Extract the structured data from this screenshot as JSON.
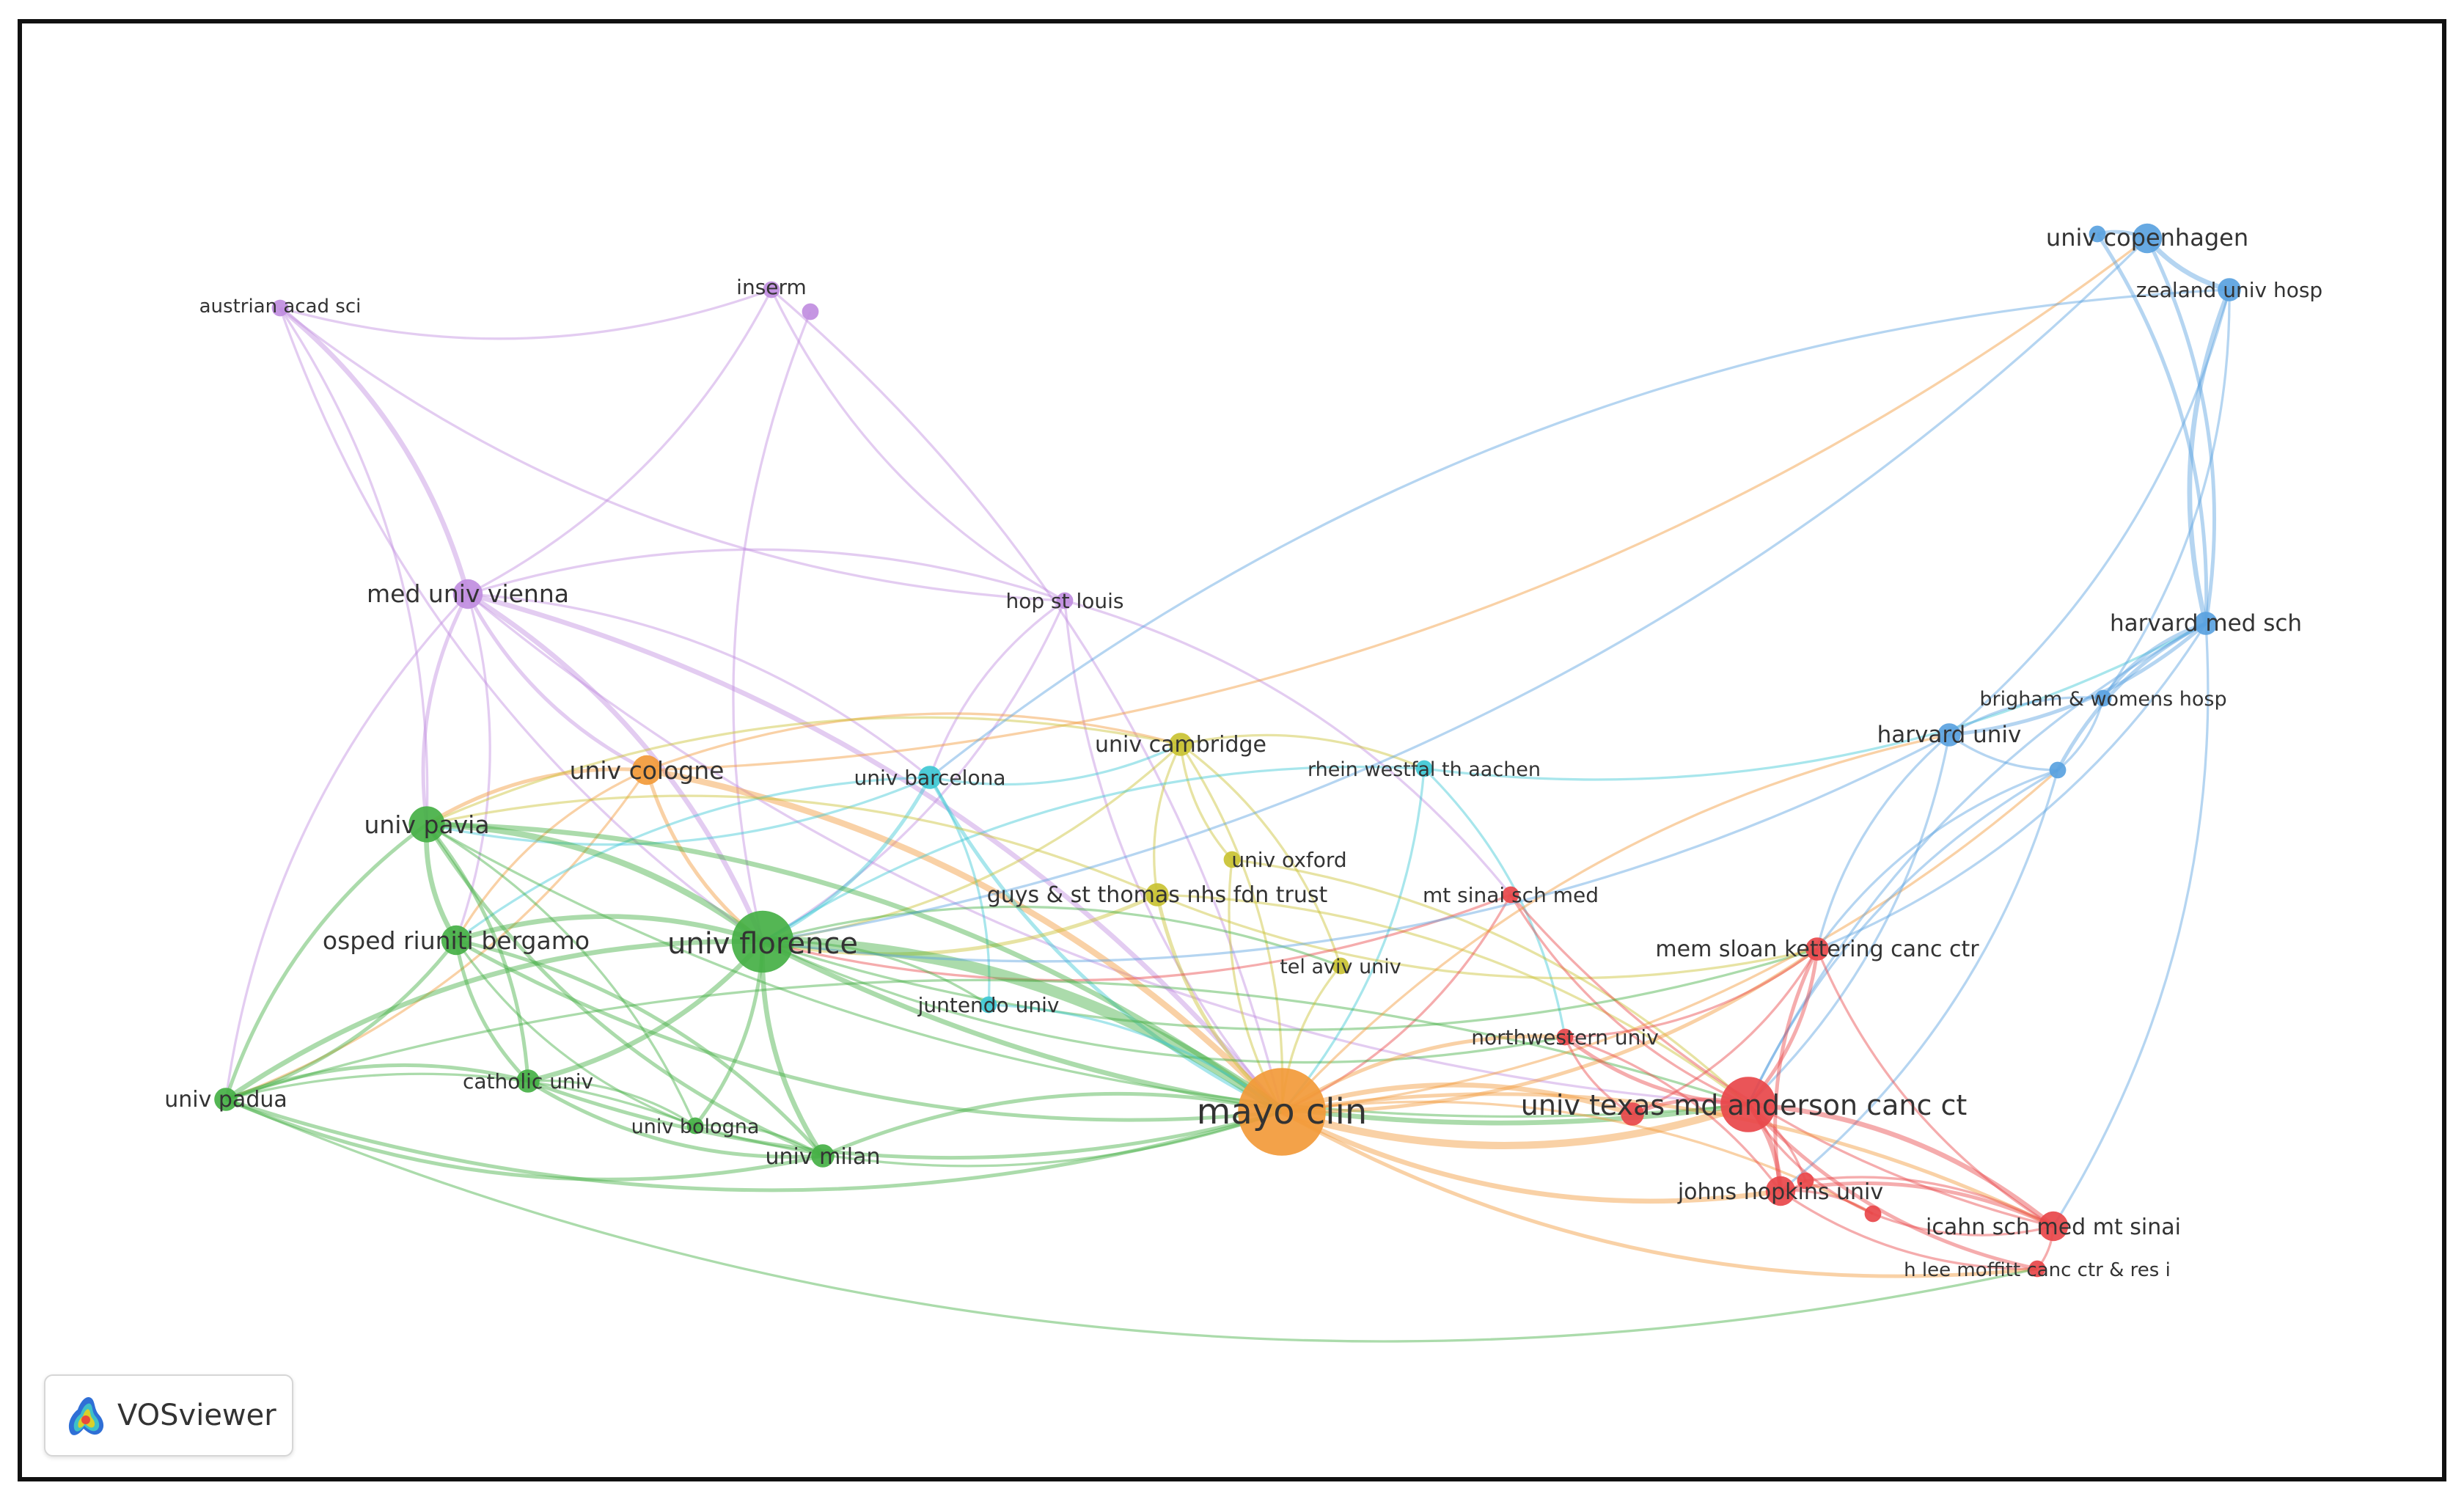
{
  "app": {
    "name": "VOSviewer"
  },
  "colors": {
    "purple": "#c08de0",
    "green": "#45b045",
    "orange": "#f29a3a",
    "cyan": "#3ec8d4",
    "yellow": "#c9c232",
    "red": "#e8474a",
    "blue": "#5aa2e0",
    "label": "#333333"
  },
  "network": {
    "nodes": [
      {
        "id": "austrian_acad_sci",
        "label": "austrian acad sci",
        "cluster": "purple",
        "weight": 1
      },
      {
        "id": "inserm",
        "label": "inserm",
        "cluster": "purple",
        "weight": 1
      },
      {
        "id": "med_univ_vienna",
        "label": "med univ vienna",
        "cluster": "purple",
        "weight": 3
      },
      {
        "id": "hop_st_louis",
        "label": "hop st louis",
        "cluster": "purple",
        "weight": 1
      },
      {
        "id": "purple_unlabeled",
        "label": "",
        "cluster": "purple",
        "weight": 1
      },
      {
        "id": "univ_cologne",
        "label": "univ cologne",
        "cluster": "orange",
        "weight": 3
      },
      {
        "id": "univ_barcelona",
        "label": "univ barcelona",
        "cluster": "cyan",
        "weight": 2
      },
      {
        "id": "univ_cambridge",
        "label": "univ cambridge",
        "cluster": "yellow",
        "weight": 2
      },
      {
        "id": "rhein_westfal",
        "label": "rhein westfal th aachen",
        "cluster": "cyan",
        "weight": 1
      },
      {
        "id": "univ_oxford",
        "label": "univ oxford",
        "cluster": "yellow",
        "weight": 1
      },
      {
        "id": "guys_st_thomas",
        "label": "guys & st thomas nhs fdn trust",
        "cluster": "yellow",
        "weight": 2
      },
      {
        "id": "mt_sinai_sch_med",
        "label": "mt sinai sch med",
        "cluster": "red",
        "weight": 1
      },
      {
        "id": "univ_pavia",
        "label": "univ pavia",
        "cluster": "green",
        "weight": 4
      },
      {
        "id": "osped_riuniti_bergamo",
        "label": "osped riuniti bergamo",
        "cluster": "green",
        "weight": 3
      },
      {
        "id": "univ_florence",
        "label": "univ florence",
        "cluster": "green",
        "weight": 8
      },
      {
        "id": "tel_aviv_univ",
        "label": "tel aviv univ",
        "cluster": "yellow",
        "weight": 1
      },
      {
        "id": "juntendo_univ",
        "label": "juntendo univ",
        "cluster": "cyan",
        "weight": 1
      },
      {
        "id": "univ_padua",
        "label": "univ padua",
        "cluster": "green",
        "weight": 2
      },
      {
        "id": "catholic_univ",
        "label": "catholic univ",
        "cluster": "green",
        "weight": 2
      },
      {
        "id": "univ_bologna",
        "label": "univ bologna",
        "cluster": "green",
        "weight": 1
      },
      {
        "id": "univ_milan",
        "label": "univ milan",
        "cluster": "green",
        "weight": 2
      },
      {
        "id": "mayo_clin",
        "label": "mayo clin",
        "cluster": "orange",
        "weight": 12
      },
      {
        "id": "univ_copenhagen",
        "label": "univ copenhagen",
        "cluster": "blue",
        "weight": 3
      },
      {
        "id": "blue_small_a",
        "label": "",
        "cluster": "blue",
        "weight": 1
      },
      {
        "id": "zealand_univ_hosp",
        "label": "zealand univ hosp",
        "cluster": "blue",
        "weight": 2
      },
      {
        "id": "harvard_med_sch",
        "label": "harvard med sch",
        "cluster": "blue",
        "weight": 2
      },
      {
        "id": "brigham_womens",
        "label": "brigham & womens hosp",
        "cluster": "blue",
        "weight": 1
      },
      {
        "id": "harvard_univ",
        "label": "harvard univ",
        "cluster": "blue",
        "weight": 2
      },
      {
        "id": "blue_small_b",
        "label": "",
        "cluster": "blue",
        "weight": 1
      },
      {
        "id": "mem_sloan",
        "label": "mem sloan kettering canc ctr",
        "cluster": "red",
        "weight": 2
      },
      {
        "id": "northwestern_univ",
        "label": "northwestern univ",
        "cluster": "red",
        "weight": 1
      },
      {
        "id": "md_anderson",
        "label": "univ texas md anderson canc ct",
        "cluster": "red",
        "weight": 7
      },
      {
        "id": "red_small_a",
        "label": "",
        "cluster": "red",
        "weight": 2
      },
      {
        "id": "johns_hopkins",
        "label": "johns hopkins univ",
        "cluster": "red",
        "weight": 3
      },
      {
        "id": "red_small_b",
        "label": "",
        "cluster": "red",
        "weight": 1
      },
      {
        "id": "red_small_c",
        "label": "",
        "cluster": "red",
        "weight": 1
      },
      {
        "id": "icahn_sch",
        "label": "icahn sch med mt sinai",
        "cluster": "red",
        "weight": 3
      },
      {
        "id": "h_lee_moffitt",
        "label": "h lee moffitt canc ctr & res i",
        "cluster": "red",
        "weight": 1
      }
    ],
    "links": [
      {
        "s": "austrian_acad_sci",
        "t": "inserm",
        "w": 1
      },
      {
        "s": "austrian_acad_sci",
        "t": "med_univ_vienna",
        "w": 3
      },
      {
        "s": "austrian_acad_sci",
        "t": "hop_st_louis",
        "w": 1
      },
      {
        "s": "austrian_acad_sci",
        "t": "univ_pavia",
        "w": 1
      },
      {
        "s": "austrian_acad_sci",
        "t": "univ_florence",
        "w": 1
      },
      {
        "s": "inserm",
        "t": "med_univ_vienna",
        "w": 1
      },
      {
        "s": "inserm",
        "t": "hop_st_louis",
        "w": 1
      },
      {
        "s": "inserm",
        "t": "mayo_clin",
        "w": 1
      },
      {
        "s": "purple_unlabeled",
        "t": "univ_florence",
        "w": 1
      },
      {
        "s": "med_univ_vienna",
        "t": "hop_st_louis",
        "w": 1
      },
      {
        "s": "med_univ_vienna",
        "t": "univ_pavia",
        "w": 2
      },
      {
        "s": "med_univ_vienna",
        "t": "univ_florence",
        "w": 3
      },
      {
        "s": "med_univ_vienna",
        "t": "univ_cologne",
        "w": 2
      },
      {
        "s": "med_univ_vienna",
        "t": "mayo_clin",
        "w": 3
      },
      {
        "s": "med_univ_vienna",
        "t": "univ_padua",
        "w": 1
      },
      {
        "s": "med_univ_vienna",
        "t": "univ_barcelona",
        "w": 1
      },
      {
        "s": "med_univ_vienna",
        "t": "md_anderson",
        "w": 1
      },
      {
        "s": "med_univ_vienna",
        "t": "osped_riuniti_bergamo",
        "w": 1
      },
      {
        "s": "hop_st_louis",
        "t": "univ_barcelona",
        "w": 1
      },
      {
        "s": "hop_st_louis",
        "t": "univ_florence",
        "w": 1
      },
      {
        "s": "hop_st_louis",
        "t": "mayo_clin",
        "w": 1
      },
      {
        "s": "hop_st_louis",
        "t": "mt_sinai_sch_med",
        "w": 1
      },
      {
        "s": "univ_cologne",
        "t": "univ_florence",
        "w": 2
      },
      {
        "s": "univ_cologne",
        "t": "mayo_clin",
        "w": 4
      },
      {
        "s": "univ_cologne",
        "t": "univ_pavia",
        "w": 2
      },
      {
        "s": "univ_cologne",
        "t": "univ_padua",
        "w": 1
      },
      {
        "s": "univ_cologne",
        "t": "univ_copenhagen",
        "w": 1
      },
      {
        "s": "univ_cologne",
        "t": "univ_cambridge",
        "w": 1
      },
      {
        "s": "univ_cologne",
        "t": "osped_riuniti_bergamo",
        "w": 1
      },
      {
        "s": "univ_barcelona",
        "t": "univ_florence",
        "w": 2
      },
      {
        "s": "univ_barcelona",
        "t": "mayo_clin",
        "w": 2
      },
      {
        "s": "univ_barcelona",
        "t": "univ_pavia",
        "w": 1
      },
      {
        "s": "univ_barcelona",
        "t": "univ_cambridge",
        "w": 1
      },
      {
        "s": "univ_barcelona",
        "t": "juntendo_univ",
        "w": 1
      },
      {
        "s": "univ_barcelona",
        "t": "osped_riuniti_bergamo",
        "w": 1
      },
      {
        "s": "univ_cambridge",
        "t": "mayo_clin",
        "w": 1
      },
      {
        "s": "univ_cambridge",
        "t": "univ_oxford",
        "w": 1
      },
      {
        "s": "univ_cambridge",
        "t": "univ_florence",
        "w": 1
      },
      {
        "s": "univ_cambridge",
        "t": "guys_st_thomas",
        "w": 1
      },
      {
        "s": "univ_cambridge",
        "t": "rhein_westfal",
        "w": 1
      },
      {
        "s": "univ_cambridge",
        "t": "univ_pavia",
        "w": 1
      },
      {
        "s": "univ_cambridge",
        "t": "tel_aviv_univ",
        "w": 1
      },
      {
        "s": "rhein_westfal",
        "t": "harvard_med_sch",
        "w": 1
      },
      {
        "s": "rhein_westfal",
        "t": "mayo_clin",
        "w": 1
      },
      {
        "s": "rhein_westfal",
        "t": "univ_florence",
        "w": 1
      },
      {
        "s": "rhein_westfal",
        "t": "northwestern_univ",
        "w": 1
      },
      {
        "s": "univ_oxford",
        "t": "mayo_clin",
        "w": 1
      },
      {
        "s": "univ_oxford",
        "t": "md_anderson",
        "w": 1
      },
      {
        "s": "guys_st_thomas",
        "t": "mayo_clin",
        "w": 2
      },
      {
        "s": "guys_st_thomas",
        "t": "univ_florence",
        "w": 2
      },
      {
        "s": "guys_st_thomas",
        "t": "univ_pavia",
        "w": 1
      },
      {
        "s": "guys_st_thomas",
        "t": "md_anderson",
        "w": 1
      },
      {
        "s": "guys_st_thomas",
        "t": "mem_sloan",
        "w": 1
      },
      {
        "s": "mt_sinai_sch_med",
        "t": "mayo_clin",
        "w": 1
      },
      {
        "s": "mt_sinai_sch_med",
        "t": "md_anderson",
        "w": 1
      },
      {
        "s": "mt_sinai_sch_med",
        "t": "univ_florence",
        "w": 1
      },
      {
        "s": "mt_sinai_sch_med",
        "t": "icahn_sch",
        "w": 1
      },
      {
        "s": "univ_pavia",
        "t": "univ_florence",
        "w": 4
      },
      {
        "s": "univ_pavia",
        "t": "osped_riuniti_bergamo",
        "w": 3
      },
      {
        "s": "univ_pavia",
        "t": "mayo_clin",
        "w": 3
      },
      {
        "s": "univ_pavia",
        "t": "univ_padua",
        "w": 2
      },
      {
        "s": "univ_pavia",
        "t": "catholic_univ",
        "w": 2
      },
      {
        "s": "univ_pavia",
        "t": "univ_milan",
        "w": 2
      },
      {
        "s": "univ_pavia",
        "t": "univ_bologna",
        "w": 1
      },
      {
        "s": "univ_pavia",
        "t": "md_anderson",
        "w": 1
      },
      {
        "s": "osped_riuniti_bergamo",
        "t": "univ_florence",
        "w": 3
      },
      {
        "s": "osped_riuniti_bergamo",
        "t": "mayo_clin",
        "w": 2
      },
      {
        "s": "osped_riuniti_bergamo",
        "t": "univ_padua",
        "w": 2
      },
      {
        "s": "osped_riuniti_bergamo",
        "t": "catholic_univ",
        "w": 2
      },
      {
        "s": "osped_riuniti_bergamo",
        "t": "univ_milan",
        "w": 2
      },
      {
        "s": "osped_riuniti_bergamo",
        "t": "univ_bologna",
        "w": 1
      },
      {
        "s": "univ_florence",
        "t": "mayo_clin",
        "w": 8
      },
      {
        "s": "univ_florence",
        "t": "univ_padua",
        "w": 3
      },
      {
        "s": "univ_florence",
        "t": "catholic_univ",
        "w": 3
      },
      {
        "s": "univ_florence",
        "t": "univ_milan",
        "w": 3
      },
      {
        "s": "univ_florence",
        "t": "univ_bologna",
        "w": 2
      },
      {
        "s": "univ_florence",
        "t": "md_anderson",
        "w": 3
      },
      {
        "s": "univ_florence",
        "t": "juntendo_univ",
        "w": 1
      },
      {
        "s": "univ_florence",
        "t": "mem_sloan",
        "w": 1
      },
      {
        "s": "univ_florence",
        "t": "tel_aviv_univ",
        "w": 1
      },
      {
        "s": "univ_florence",
        "t": "northwestern_univ",
        "w": 1
      },
      {
        "s": "univ_padua",
        "t": "catholic_univ",
        "w": 2
      },
      {
        "s": "univ_padua",
        "t": "univ_milan",
        "w": 2
      },
      {
        "s": "univ_padua",
        "t": "univ_bologna",
        "w": 1
      },
      {
        "s": "univ_padua",
        "t": "mayo_clin",
        "w": 2
      },
      {
        "s": "univ_padua",
        "t": "md_anderson",
        "w": 1
      },
      {
        "s": "catholic_univ",
        "t": "univ_milan",
        "w": 2
      },
      {
        "s": "catholic_univ",
        "t": "univ_bologna",
        "w": 1
      },
      {
        "s": "catholic_univ",
        "t": "mayo_clin",
        "w": 2
      },
      {
        "s": "univ_bologna",
        "t": "univ_milan",
        "w": 1
      },
      {
        "s": "univ_bologna",
        "t": "mayo_clin",
        "w": 1
      },
      {
        "s": "univ_milan",
        "t": "mayo_clin",
        "w": 2
      },
      {
        "s": "tel_aviv_univ",
        "t": "mayo_clin",
        "w": 1
      },
      {
        "s": "juntendo_univ",
        "t": "mayo_clin",
        "w": 1
      },
      {
        "s": "mayo_clin",
        "t": "md_anderson",
        "w": 5
      },
      {
        "s": "mayo_clin",
        "t": "red_small_a",
        "w": 3
      },
      {
        "s": "mayo_clin",
        "t": "johns_hopkins",
        "w": 3
      },
      {
        "s": "mayo_clin",
        "t": "icahn_sch",
        "w": 2
      },
      {
        "s": "mayo_clin",
        "t": "mem_sloan",
        "w": 2
      },
      {
        "s": "mayo_clin",
        "t": "northwestern_univ",
        "w": 2
      },
      {
        "s": "mayo_clin",
        "t": "h_lee_moffitt",
        "w": 2
      },
      {
        "s": "mayo_clin",
        "t": "harvard_univ",
        "w": 1
      },
      {
        "s": "mayo_clin",
        "t": "blue_small_b",
        "w": 1
      },
      {
        "s": "mayo_clin",
        "t": "red_small_c",
        "w": 1
      },
      {
        "s": "univ_copenhagen",
        "t": "zealand_univ_hosp",
        "w": 3
      },
      {
        "s": "univ_copenhagen",
        "t": "harvard_med_sch",
        "w": 2
      },
      {
        "s": "univ_copenhagen",
        "t": "blue_small_a",
        "w": 2
      },
      {
        "s": "blue_small_a",
        "t": "harvard_med_sch",
        "w": 2
      },
      {
        "s": "zealand_univ_hosp",
        "t": "harvard_med_sch",
        "w": 3
      },
      {
        "s": "zealand_univ_hosp",
        "t": "harvard_univ",
        "w": 1
      },
      {
        "s": "zealand_univ_hosp",
        "t": "univ_barcelona",
        "w": 1
      },
      {
        "s": "zealand_univ_hosp",
        "t": "brigham_womens",
        "w": 1
      },
      {
        "s": "harvard_med_sch",
        "t": "brigham_womens",
        "w": 2
      },
      {
        "s": "harvard_med_sch",
        "t": "harvard_univ",
        "w": 2
      },
      {
        "s": "harvard_med_sch",
        "t": "blue_small_b",
        "w": 2
      },
      {
        "s": "harvard_med_sch",
        "t": "icahn_sch",
        "w": 1
      },
      {
        "s": "harvard_med_sch",
        "t": "md_anderson",
        "w": 1
      },
      {
        "s": "harvard_med_sch",
        "t": "mem_sloan",
        "w": 1
      },
      {
        "s": "brigham_womens",
        "t": "harvard_univ",
        "w": 1
      },
      {
        "s": "brigham_womens",
        "t": "blue_small_b",
        "w": 1
      },
      {
        "s": "harvard_univ",
        "t": "blue_small_b",
        "w": 1
      },
      {
        "s": "harvard_univ",
        "t": "md_anderson",
        "w": 1
      },
      {
        "s": "harvard_univ",
        "t": "mem_sloan",
        "w": 1
      },
      {
        "s": "harvard_univ",
        "t": "univ_florence",
        "w": 1
      },
      {
        "s": "blue_small_b",
        "t": "md_anderson",
        "w": 1
      },
      {
        "s": "blue_small_b",
        "t": "johns_hopkins",
        "w": 1
      },
      {
        "s": "blue_small_b",
        "t": "mem_sloan",
        "w": 1
      },
      {
        "s": "mem_sloan",
        "t": "md_anderson",
        "w": 2
      },
      {
        "s": "mem_sloan",
        "t": "johns_hopkins",
        "w": 2
      },
      {
        "s": "mem_sloan",
        "t": "northwestern_univ",
        "w": 1
      },
      {
        "s": "mem_sloan",
        "t": "icahn_sch",
        "w": 1
      },
      {
        "s": "mem_sloan",
        "t": "red_small_a",
        "w": 1
      },
      {
        "s": "northwestern_univ",
        "t": "md_anderson",
        "w": 2
      },
      {
        "s": "northwestern_univ",
        "t": "johns_hopkins",
        "w": 1
      },
      {
        "s": "northwestern_univ",
        "t": "red_small_a",
        "w": 1
      },
      {
        "s": "md_anderson",
        "t": "johns_hopkins",
        "w": 3
      },
      {
        "s": "md_anderson",
        "t": "red_small_a",
        "w": 2
      },
      {
        "s": "md_anderson",
        "t": "icahn_sch",
        "w": 3
      },
      {
        "s": "md_anderson",
        "t": "h_lee_moffitt",
        "w": 2
      },
      {
        "s": "md_anderson",
        "t": "red_small_b",
        "w": 1
      },
      {
        "s": "md_anderson",
        "t": "red_small_c",
        "w": 1
      },
      {
        "s": "johns_hopkins",
        "t": "icahn_sch",
        "w": 2
      },
      {
        "s": "johns_hopkins",
        "t": "red_small_b",
        "w": 1
      },
      {
        "s": "johns_hopkins",
        "t": "red_small_c",
        "w": 1
      },
      {
        "s": "johns_hopkins",
        "t": "h_lee_moffitt",
        "w": 1
      },
      {
        "s": "red_small_b",
        "t": "icahn_sch",
        "w": 1
      },
      {
        "s": "red_small_c",
        "t": "icahn_sch",
        "w": 1
      },
      {
        "s": "icahn_sch",
        "t": "h_lee_moffitt",
        "w": 1
      },
      {
        "s": "univ_padua",
        "t": "h_lee_moffitt",
        "w": 1
      },
      {
        "s": "univ_copenhagen",
        "t": "univ_florence",
        "w": 1
      }
    ]
  }
}
